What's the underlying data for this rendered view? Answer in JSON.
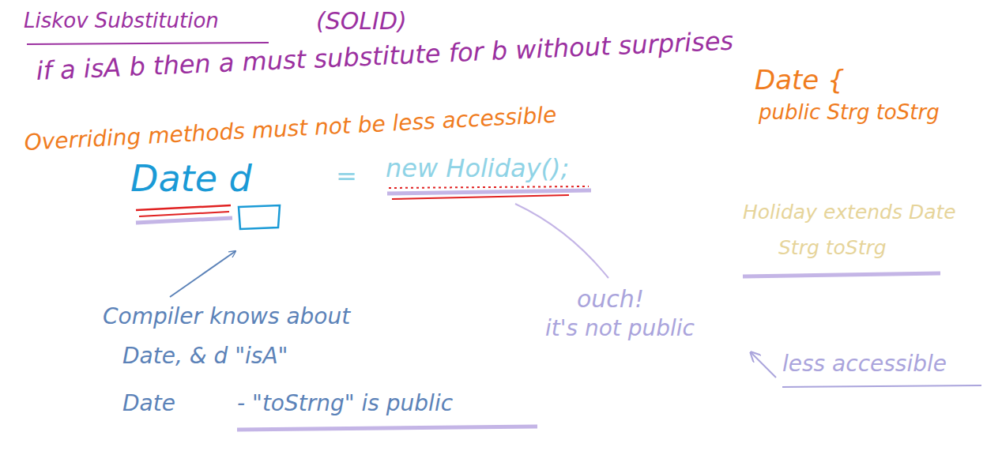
{
  "diagram": {
    "title": "Liskov Substitution",
    "labels": [
      "(SOLID)",
      "if a isA b then a must substitute for b without surprises",
      "Overriding methods must not be less accessible",
      "Date {",
      "public Strg toStrg",
      "Date d",
      "=",
      "new Holiday();",
      "Holiday extends Date",
      "Strg toStrg",
      "Compiler knows about",
      "Date, & d \"isA\"",
      "Date",
      "- \"toStrng\" is public",
      "ouch!",
      "it's not public",
      "less accessible"
    ]
  }
}
